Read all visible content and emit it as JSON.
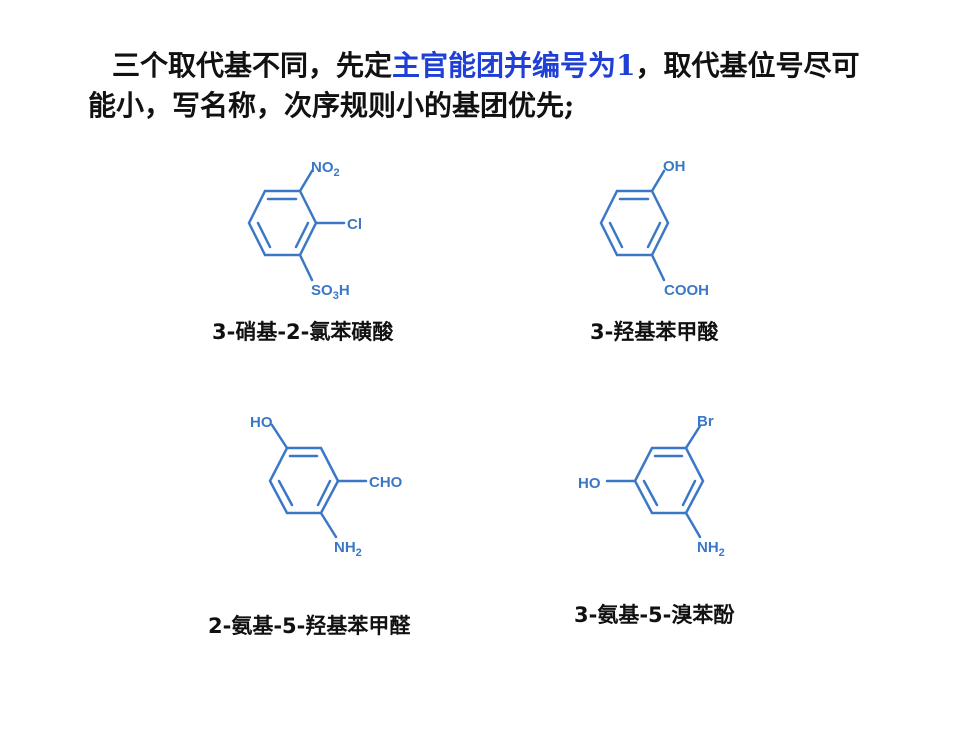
{
  "intro": {
    "part1": "三个取代基不同，先定",
    "highlight": "主官能团并编号为1",
    "part2": "，取代基位号尽可",
    "line2": "能小，写名称，次序规则小的基团优先;"
  },
  "colors": {
    "structure": "#3a78c7",
    "highlight": "#1f3fd6",
    "text": "#111111"
  },
  "compounds": [
    {
      "name": "3-硝基-2-氯苯磺酸",
      "substituents": {
        "top": "NO",
        "top_sub": "2",
        "right": "Cl",
        "bottom": "SO",
        "bottom_sub": "3",
        "bottom_tail": "H"
      }
    },
    {
      "name": "3-羟基苯甲酸",
      "substituents": {
        "top": "OH",
        "bottom": "COOH"
      }
    },
    {
      "name": "2-氨基-5-羟基苯甲醛",
      "substituents": {
        "top": "HO",
        "right": "CHO",
        "bottom": "NH",
        "bottom_sub": "2"
      }
    },
    {
      "name": "3-氨基-5-溴苯酚",
      "substituents": {
        "top": "Br",
        "left": "HO",
        "bottom": "NH",
        "bottom_sub": "2"
      }
    }
  ]
}
